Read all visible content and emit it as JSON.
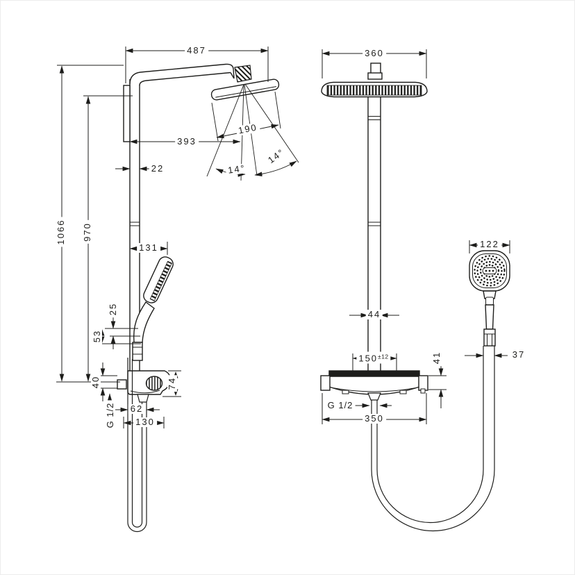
{
  "drawing": {
    "title": "shower-system-dimension-drawing",
    "line_color": "#1d1d1b",
    "background": "#ffffff",
    "left_view": {
      "overall_width": "487",
      "overall_height": "1066",
      "rail_height": "970",
      "spray_reach": "393",
      "pipe_depth": "22",
      "spray_face_width": "190",
      "spray_angle_outer": "14°",
      "spray_angle_inner": "14°",
      "handshower_reach": "131",
      "holder_gap_upper": "25",
      "holder_gap_lower": "53",
      "inlet_height": "40",
      "valve_height": "74",
      "hose_offset": "62",
      "hose_clearance": "130",
      "inlet_thread": "G 1/2"
    },
    "front_view": {
      "head_width": "360",
      "pipe_width": "44",
      "supply_spacing": "150",
      "supply_tolerance": "±12",
      "escutcheon_height": "41",
      "handshower_width": "122",
      "hose_width": "37",
      "outlet_thread": "G 1/2",
      "valve_width": "350"
    }
  }
}
